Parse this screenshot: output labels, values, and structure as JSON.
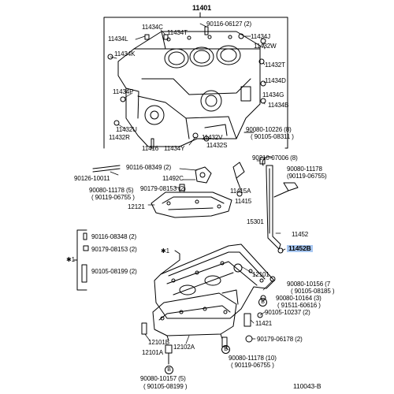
{
  "diagram": {
    "labels": {
      "p11401": "11401",
      "p90116_06127": "90116-06127 (2)",
      "p11434C": "11434C",
      "p11434T": "11434T",
      "p11434L": "11434L",
      "p11434J": "11434J",
      "p11432W": "11432W",
      "p11434K": "11434K",
      "p11432T": "11432T",
      "p11434D": "11434D",
      "p11434P": "11434P",
      "p11434G": "11434G",
      "p11434B": "11434B",
      "p11432U": "11432U",
      "p11432R": "11432R",
      "p11432V": "11432V",
      "p11416": "11416",
      "p11434Y": "11434Y",
      "p11432S": "11432S",
      "p90080_10226": "90080-10226 (8)",
      "p90105_08311": "( 90105-08311 )",
      "p90210_07006": "90210-07006 (8)",
      "p90126_10011": "90126-10011",
      "p90116_08349": "90116-08349 (2)",
      "p11492C": "11492C",
      "p90080_11178a": "90080-11178 (5)",
      "p90119_06755a": "( 90119-06755 )",
      "p90179_08153a": "90179-08153 (2)",
      "p11415A": "11415A",
      "p11415": "11415",
      "p90080_11178b": "90080-11178",
      "p90119_06755b": "(90119-06755)",
      "p12121": "12121",
      "p15301": "15301",
      "p11452": "11452",
      "p11452B": "11452B",
      "p90116_08348": "90116-08348 (2)",
      "p90179_08153b": "90179-08153 (2)",
      "p90105_08199a": "90105-08199 (2)",
      "star1a": "✱1",
      "star1b": "✱1",
      "p12101": "12101",
      "p90080_10156": "90080-10156 (7",
      "p90105_08185": "( 90105-08185 )",
      "p90080_10164": "90080-10164 (3)",
      "p91511_60616": "( 91511-60616 )",
      "p90105_10237": "90105-10237 (2)",
      "p11421": "11421",
      "p90179_06178": "90179-06178 (2)",
      "p12101B": "12101B",
      "p12102A": "12102A",
      "p12101A": "12101A",
      "p90080_11178c": "90080-11178 (10)",
      "p90119_06755c": "( 90119-06755 )",
      "p90080_10157": "90080-10157 (5)",
      "p90105_08199b": "( 90105-08199 )",
      "circleB1": "B",
      "circleB2": "B",
      "circleB3": "B",
      "diagram_code": "110043-B"
    },
    "highlight_color": "#a9c8f2"
  }
}
